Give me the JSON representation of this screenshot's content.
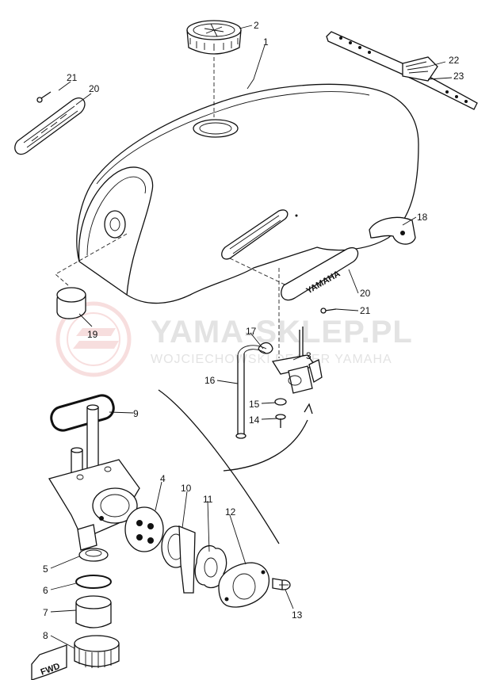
{
  "watermark": {
    "title": "YAMA-SKLEP.PL",
    "subtitle": "WOJCIECHOWSKI DEALER YAMAHA"
  },
  "badge_text": "YAMAHA",
  "fwd_text": "FWD",
  "callouts": [
    "1",
    "2",
    "3",
    "5",
    "6",
    "7",
    "8",
    "9",
    "10",
    "11",
    "12",
    "13",
    "14",
    "15",
    "16",
    "17",
    "18",
    "19",
    "20",
    "20",
    "21",
    "21",
    "22",
    "23",
    "4"
  ],
  "colors": {
    "ink": "#111111",
    "watermark": "#e3e3e3",
    "logo": "#f2c4c4"
  }
}
